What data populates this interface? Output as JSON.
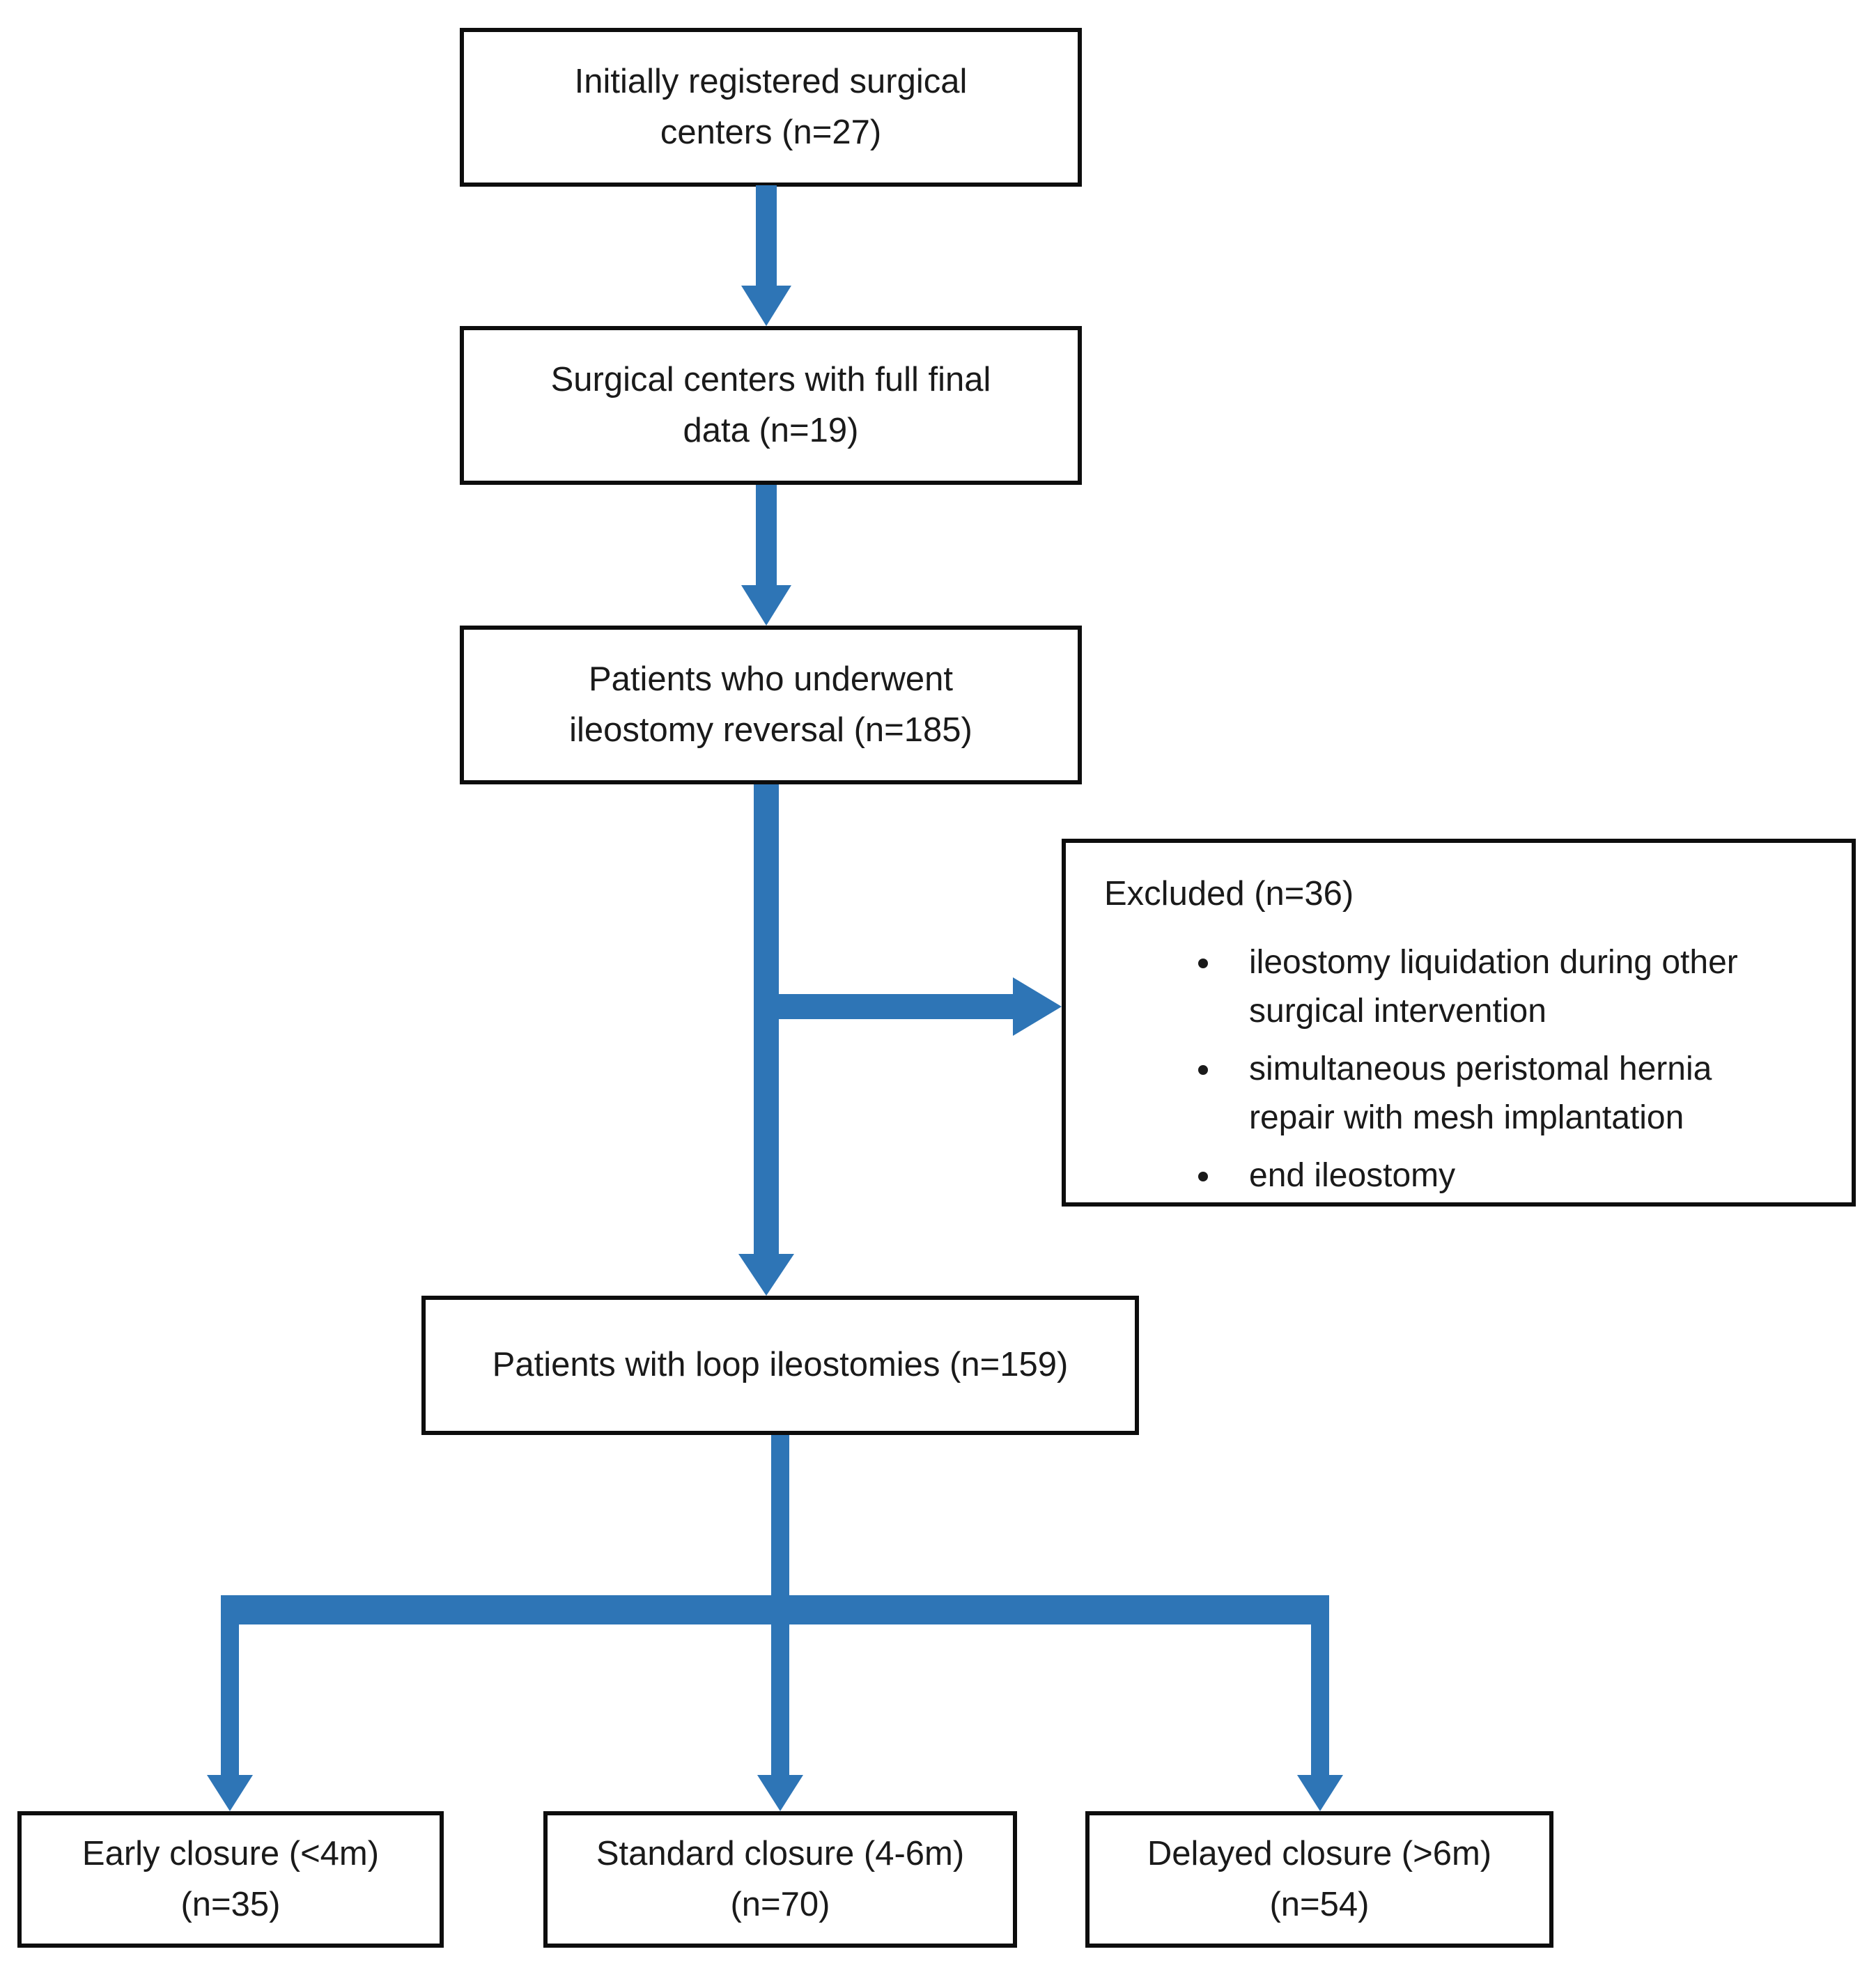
{
  "diagram": {
    "type": "flowchart",
    "arrow_color": "#2E75B6",
    "box_border_color": "#0d0d0d",
    "nodes": {
      "registered": {
        "text": "Initially registered surgical\ncenters (n=27)"
      },
      "full_data": {
        "text": "Surgical centers with full final\ndata (n=19)"
      },
      "reversal": {
        "text": "Patients who underwent\nileostomy reversal (n=185)"
      },
      "excluded": {
        "title": "Excluded (n=36)",
        "items": [
          "ileostomy liquidation during other\nsurgical intervention",
          "simultaneous peristomal hernia\nrepair with mesh implantation",
          "end ileostomy"
        ]
      },
      "loop": {
        "text": "Patients with loop ileostomies (n=159)"
      },
      "early": {
        "text": "Early closure (<4m)\n(n=35)"
      },
      "standard": {
        "text": "Standard closure (4-6m)\n(n=70)"
      },
      "delayed": {
        "text": "Delayed closure (>6m)\n(n=54)"
      }
    }
  }
}
